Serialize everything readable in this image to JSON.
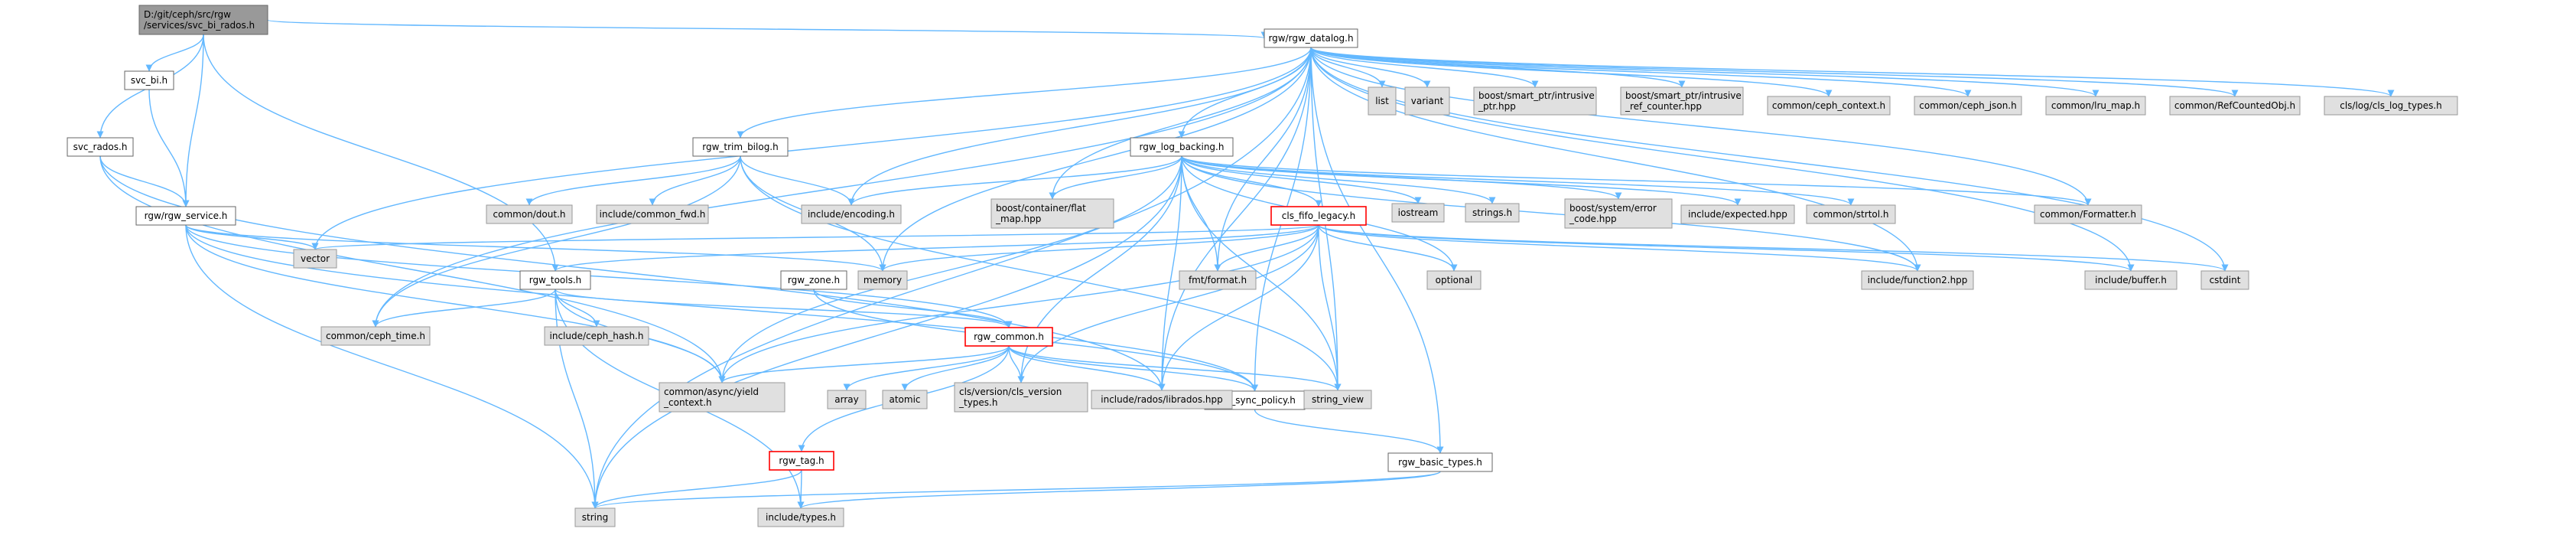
{
  "diagram": {
    "nodes": [
      {
        "id": "root",
        "lines": [
          "D:/git/ceph/src/rgw",
          "/services/svc_bi_rados.h"
        ],
        "style": "root"
      },
      {
        "id": "svc_bi",
        "lines": [
          "svc_bi.h"
        ],
        "style": "normal"
      },
      {
        "id": "svc_rados",
        "lines": [
          "svc_rados.h"
        ],
        "style": "normal"
      },
      {
        "id": "rgw_service",
        "lines": [
          "rgw/rgw_service.h"
        ],
        "style": "normal"
      },
      {
        "id": "rgw_datalog",
        "lines": [
          "rgw/rgw_datalog.h"
        ],
        "style": "normal"
      },
      {
        "id": "rgw_trim_bilog",
        "lines": [
          "rgw_trim_bilog.h"
        ],
        "style": "normal"
      },
      {
        "id": "rgw_log_backing",
        "lines": [
          "rgw_log_backing.h"
        ],
        "style": "normal"
      },
      {
        "id": "cls_fifo_legacy",
        "lines": [
          "cls_fifo_legacy.h"
        ],
        "style": "red"
      },
      {
        "id": "rgw_tools",
        "lines": [
          "rgw_tools.h"
        ],
        "style": "normal"
      },
      {
        "id": "rgw_zone",
        "lines": [
          "rgw_zone.h"
        ],
        "style": "normal"
      },
      {
        "id": "rgw_common",
        "lines": [
          "rgw_common.h"
        ],
        "style": "red"
      },
      {
        "id": "rgw_sync_policy",
        "lines": [
          "rgw_sync_policy.h"
        ],
        "style": "normal"
      },
      {
        "id": "rgw_tag",
        "lines": [
          "rgw_tag.h"
        ],
        "style": "red"
      },
      {
        "id": "rgw_basic_types",
        "lines": [
          "rgw_basic_types.h"
        ],
        "style": "normal"
      },
      {
        "id": "list",
        "lines": [
          "list"
        ],
        "style": "gray"
      },
      {
        "id": "variant",
        "lines": [
          "variant"
        ],
        "style": "gray"
      },
      {
        "id": "smart_ptr",
        "lines": [
          "boost/smart_ptr/intrusive",
          "_ptr.hpp"
        ],
        "style": "gray"
      },
      {
        "id": "ref_counter",
        "lines": [
          "boost/smart_ptr/intrusive",
          "_ref_counter.hpp"
        ],
        "style": "gray"
      },
      {
        "id": "ceph_context",
        "lines": [
          "common/ceph_context.h"
        ],
        "style": "gray"
      },
      {
        "id": "ceph_json",
        "lines": [
          "common/ceph_json.h"
        ],
        "style": "gray"
      },
      {
        "id": "lru_map",
        "lines": [
          "common/lru_map.h"
        ],
        "style": "gray"
      },
      {
        "id": "refcounted",
        "lines": [
          "common/RefCountedObj.h"
        ],
        "style": "gray"
      },
      {
        "id": "cls_log_types",
        "lines": [
          "cls/log/cls_log_types.h"
        ],
        "style": "gray"
      },
      {
        "id": "dout",
        "lines": [
          "common/dout.h"
        ],
        "style": "gray"
      },
      {
        "id": "common_fwd",
        "lines": [
          "include/common_fwd.h"
        ],
        "style": "gray"
      },
      {
        "id": "encoding",
        "lines": [
          "include/encoding.h"
        ],
        "style": "gray"
      },
      {
        "id": "flat_map",
        "lines": [
          "boost/container/flat",
          "_map.hpp"
        ],
        "style": "gray"
      },
      {
        "id": "iostream",
        "lines": [
          "iostream"
        ],
        "style": "gray"
      },
      {
        "id": "strings",
        "lines": [
          "strings.h"
        ],
        "style": "gray"
      },
      {
        "id": "error_code",
        "lines": [
          "boost/system/error",
          "_code.hpp"
        ],
        "style": "gray"
      },
      {
        "id": "expected",
        "lines": [
          "include/expected.hpp"
        ],
        "style": "gray"
      },
      {
        "id": "strtol",
        "lines": [
          "common/strtol.h"
        ],
        "style": "gray"
      },
      {
        "id": "formatter",
        "lines": [
          "common/Formatter.h"
        ],
        "style": "gray"
      },
      {
        "id": "vector",
        "lines": [
          "vector"
        ],
        "style": "gray"
      },
      {
        "id": "memory",
        "lines": [
          "memory"
        ],
        "style": "gray"
      },
      {
        "id": "fmt",
        "lines": [
          "fmt/format.h"
        ],
        "style": "gray"
      },
      {
        "id": "optional",
        "lines": [
          "optional"
        ],
        "style": "gray"
      },
      {
        "id": "function2",
        "lines": [
          "include/function2.hpp"
        ],
        "style": "gray"
      },
      {
        "id": "buffer",
        "lines": [
          "include/buffer.h"
        ],
        "style": "gray"
      },
      {
        "id": "cstdint",
        "lines": [
          "cstdint"
        ],
        "style": "gray"
      },
      {
        "id": "ceph_time",
        "lines": [
          "common/ceph_time.h"
        ],
        "style": "gray"
      },
      {
        "id": "ceph_hash",
        "lines": [
          "include/ceph_hash.h"
        ],
        "style": "gray"
      },
      {
        "id": "yield_context",
        "lines": [
          "common/async/yield",
          "_context.h"
        ],
        "style": "gray"
      },
      {
        "id": "array",
        "lines": [
          "array"
        ],
        "style": "gray"
      },
      {
        "id": "atomic",
        "lines": [
          "atomic"
        ],
        "style": "gray"
      },
      {
        "id": "cls_version",
        "lines": [
          "cls/version/cls_version",
          "_types.h"
        ],
        "style": "gray"
      },
      {
        "id": "librados",
        "lines": [
          "include/rados/librados.hpp"
        ],
        "style": "gray"
      },
      {
        "id": "string_view",
        "lines": [
          "string_view"
        ],
        "style": "gray"
      },
      {
        "id": "string",
        "lines": [
          "string"
        ],
        "style": "gray"
      },
      {
        "id": "types",
        "lines": [
          "include/types.h"
        ],
        "style": "gray"
      }
    ],
    "edges": [
      [
        "root",
        "svc_bi"
      ],
      [
        "root",
        "svc_rados"
      ],
      [
        "root",
        "rgw_service"
      ],
      [
        "root",
        "rgw_datalog"
      ],
      [
        "root",
        "rgw_tools"
      ],
      [
        "svc_bi",
        "rgw_service"
      ],
      [
        "svc_rados",
        "rgw_service"
      ],
      [
        "svc_rados",
        "librados"
      ],
      [
        "svc_rados",
        "yield_context"
      ],
      [
        "rgw_service",
        "vector"
      ],
      [
        "rgw_service",
        "memory"
      ],
      [
        "rgw_service",
        "string"
      ],
      [
        "rgw_service",
        "rgw_common"
      ],
      [
        "rgw_service",
        "yield_context"
      ],
      [
        "rgw_service",
        "rgw_sync_policy"
      ],
      [
        "rgw_datalog",
        "rgw_trim_bilog"
      ],
      [
        "rgw_datalog",
        "rgw_log_backing"
      ],
      [
        "rgw_datalog",
        "list"
      ],
      [
        "rgw_datalog",
        "variant"
      ],
      [
        "rgw_datalog",
        "smart_ptr"
      ],
      [
        "rgw_datalog",
        "ref_counter"
      ],
      [
        "rgw_datalog",
        "ceph_context"
      ],
      [
        "rgw_datalog",
        "ceph_json"
      ],
      [
        "rgw_datalog",
        "lru_map"
      ],
      [
        "rgw_datalog",
        "refcounted"
      ],
      [
        "rgw_datalog",
        "cls_log_types"
      ],
      [
        "rgw_datalog",
        "encoding"
      ],
      [
        "rgw_datalog",
        "flat_map"
      ],
      [
        "rgw_datalog",
        "vector"
      ],
      [
        "rgw_datalog",
        "memory"
      ],
      [
        "rgw_datalog",
        "string"
      ],
      [
        "rgw_datalog",
        "string_view"
      ],
      [
        "rgw_datalog",
        "formatter"
      ],
      [
        "rgw_datalog",
        "function2"
      ],
      [
        "rgw_datalog",
        "buffer"
      ],
      [
        "rgw_datalog",
        "cstdint"
      ],
      [
        "rgw_datalog",
        "librados"
      ],
      [
        "rgw_datalog",
        "rgw_basic_types"
      ],
      [
        "rgw_datalog",
        "ceph_time"
      ],
      [
        "rgw_datalog",
        "rgw_sync_policy"
      ],
      [
        "rgw_datalog",
        "fmt"
      ],
      [
        "rgw_trim_bilog",
        "dout"
      ],
      [
        "rgw_trim_bilog",
        "common_fwd"
      ],
      [
        "rgw_trim_bilog",
        "encoding"
      ],
      [
        "rgw_trim_bilog",
        "memory"
      ],
      [
        "rgw_trim_bilog",
        "string_view"
      ],
      [
        "rgw_trim_bilog",
        "ceph_time"
      ],
      [
        "rgw_log_backing",
        "encoding"
      ],
      [
        "rgw_log_backing",
        "flat_map"
      ],
      [
        "rgw_log_backing",
        "cls_fifo_legacy"
      ],
      [
        "rgw_log_backing",
        "iostream"
      ],
      [
        "rgw_log_backing",
        "strings"
      ],
      [
        "rgw_log_backing",
        "error_code"
      ],
      [
        "rgw_log_backing",
        "expected"
      ],
      [
        "rgw_log_backing",
        "strtol"
      ],
      [
        "rgw_log_backing",
        "formatter"
      ],
      [
        "rgw_log_backing",
        "fmt"
      ],
      [
        "rgw_log_backing",
        "optional"
      ],
      [
        "rgw_log_backing",
        "librados"
      ],
      [
        "rgw_log_backing",
        "yield_context"
      ],
      [
        "rgw_log_backing",
        "cls_version"
      ],
      [
        "rgw_log_backing",
        "function2"
      ],
      [
        "rgw_log_backing",
        "string_view"
      ],
      [
        "rgw_log_backing",
        "string"
      ],
      [
        "cls_fifo_legacy",
        "vector"
      ],
      [
        "cls_fifo_legacy",
        "memory"
      ],
      [
        "cls_fifo_legacy",
        "fmt"
      ],
      [
        "cls_fifo_legacy",
        "optional"
      ],
      [
        "cls_fifo_legacy",
        "function2"
      ],
      [
        "cls_fifo_legacy",
        "buffer"
      ],
      [
        "cls_fifo_legacy",
        "cstdint"
      ],
      [
        "cls_fifo_legacy",
        "librados"
      ],
      [
        "cls_fifo_legacy",
        "yield_context"
      ],
      [
        "cls_fifo_legacy",
        "string_view"
      ],
      [
        "cls_fifo_legacy",
        "rgw_tools"
      ],
      [
        "cls_fifo_legacy",
        "cls_version"
      ],
      [
        "rgw_tools",
        "ceph_time"
      ],
      [
        "rgw_tools",
        "ceph_hash"
      ],
      [
        "rgw_tools",
        "rgw_common"
      ],
      [
        "rgw_tools",
        "string"
      ],
      [
        "rgw_tools",
        "types"
      ],
      [
        "rgw_tools",
        "yield_context"
      ],
      [
        "rgw_zone",
        "rgw_common"
      ],
      [
        "rgw_zone",
        "rgw_sync_policy"
      ],
      [
        "rgw_common",
        "yield_context"
      ],
      [
        "rgw_common",
        "array"
      ],
      [
        "rgw_common",
        "atomic"
      ],
      [
        "rgw_common",
        "cls_version"
      ],
      [
        "rgw_common",
        "librados"
      ],
      [
        "rgw_common",
        "string_view"
      ],
      [
        "rgw_common",
        "rgw_sync_policy"
      ],
      [
        "rgw_common",
        "rgw_tag"
      ],
      [
        "rgw_sync_policy",
        "rgw_basic_types"
      ],
      [
        "rgw_tag",
        "string"
      ],
      [
        "rgw_tag",
        "types"
      ],
      [
        "rgw_basic_types",
        "string"
      ],
      [
        "rgw_basic_types",
        "types"
      ]
    ]
  }
}
